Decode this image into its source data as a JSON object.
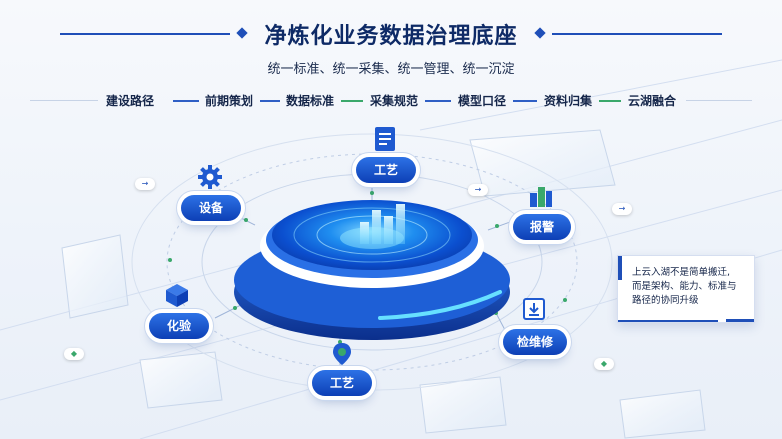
{
  "title": "净炼化业务数据治理底座",
  "subtitle": "统一标准、统一采集、统一管理、统一沉淀",
  "nav": [
    {
      "label": "建设路径"
    },
    {
      "label": "前期策划"
    },
    {
      "label": "数据标准"
    },
    {
      "label": "采集规范"
    },
    {
      "label": "模型口径"
    },
    {
      "label": "资料归集"
    },
    {
      "label": "云湖融合"
    }
  ],
  "nodes": {
    "top": {
      "label": "工艺",
      "icon": "document-icon"
    },
    "left_top": {
      "label": "设备",
      "icon": "gear-icon"
    },
    "right_top": {
      "label": "报警",
      "icon": "cubes-icon"
    },
    "left_bottom": {
      "label": "化验",
      "icon": "box-icon"
    },
    "right_bottom": {
      "label": "检维修",
      "icon": "download-icon"
    },
    "bottom": {
      "label": "工艺",
      "icon": "location-pin-icon"
    }
  },
  "callout": {
    "lines": [
      "上云入湖不是简单搬迁,",
      "而是架构、能力、标准与",
      "路径的协同升级"
    ]
  },
  "colors": {
    "primary": "#0d3fb5",
    "accent": "#3aa86b",
    "title": "#0e2a66"
  }
}
